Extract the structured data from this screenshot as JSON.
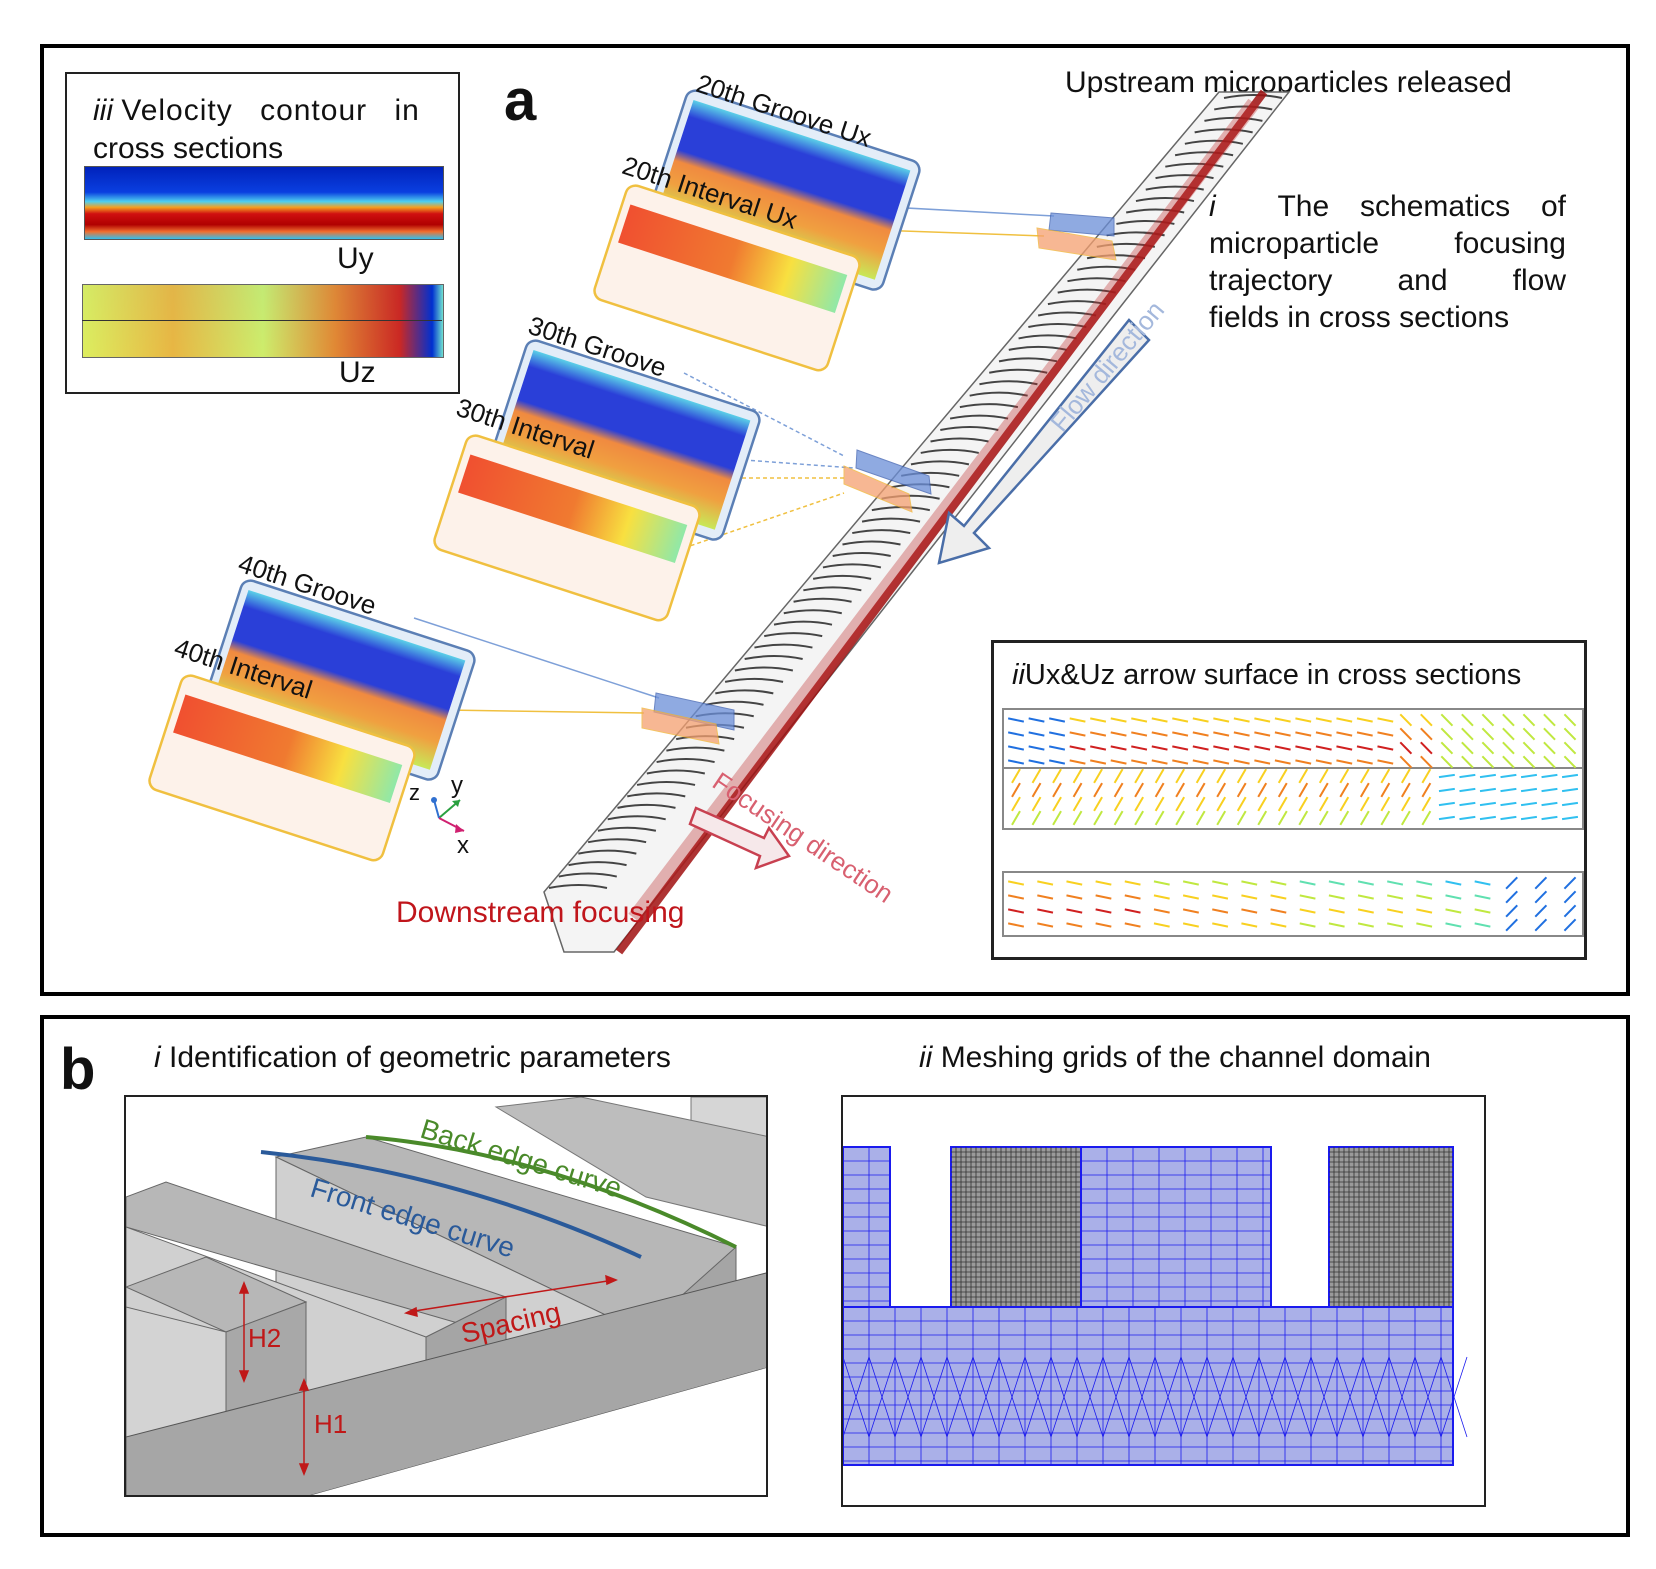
{
  "panel_a": {
    "label": "a",
    "top_label": "Upstream microparticles released",
    "bottom_label": "Downstream focusing",
    "flow_direction": "Flow direction",
    "focusing_direction": "Focusing direction",
    "colors": {
      "upstream_text": "#d04010",
      "downstream_text": "#c0151b",
      "flow_arrow": "#4a6ea8",
      "focusing_arrow": "#c84050",
      "groove_frame": "#5b7fb5",
      "interval_frame": "#f0c040",
      "particle_trace": "#a01010"
    },
    "inset_iii": {
      "numeral": "iii",
      "title_line1": "Velocity contour in",
      "title_line2": "cross sections",
      "contour_uy_label": "Uy",
      "contour_uz_label": "Uz"
    },
    "inset_i": {
      "numeral": "i",
      "lines": [
        "The schematics of",
        "microparticle focusing",
        "trajectory and flow",
        "fields in cross sections"
      ]
    },
    "inset_ii": {
      "numeral": "ii",
      "title": "Ux&Uz arrow surface in cross sections"
    },
    "sections": [
      {
        "groove_label": "20th Groove  Ux",
        "interval_label": "20th Interval  Ux"
      },
      {
        "groove_label": "30th Groove",
        "interval_label": "30th Interval"
      },
      {
        "groove_label": "40th Groove",
        "interval_label": "40th Interval"
      }
    ],
    "axes": {
      "x": "x",
      "y": "y",
      "z": "z"
    }
  },
  "panel_b": {
    "label": "b",
    "sub_i": {
      "numeral": "i",
      "title": "Identification of geometric parameters",
      "back_edge": "Back edge curve",
      "front_edge": "Front edge curve",
      "spacing": "Spacing",
      "h1": "H1",
      "h2": "H2",
      "colors": {
        "back_edge": "#4a8a2a",
        "front_edge": "#2a5a9a",
        "dimension": "#c01818"
      }
    },
    "sub_ii": {
      "numeral": "ii",
      "title": "Meshing grids of the channel domain",
      "colors": {
        "mesh_fill": "#aab0e8",
        "mesh_line": "#1a1aee",
        "dense_mesh": "#444"
      }
    }
  }
}
